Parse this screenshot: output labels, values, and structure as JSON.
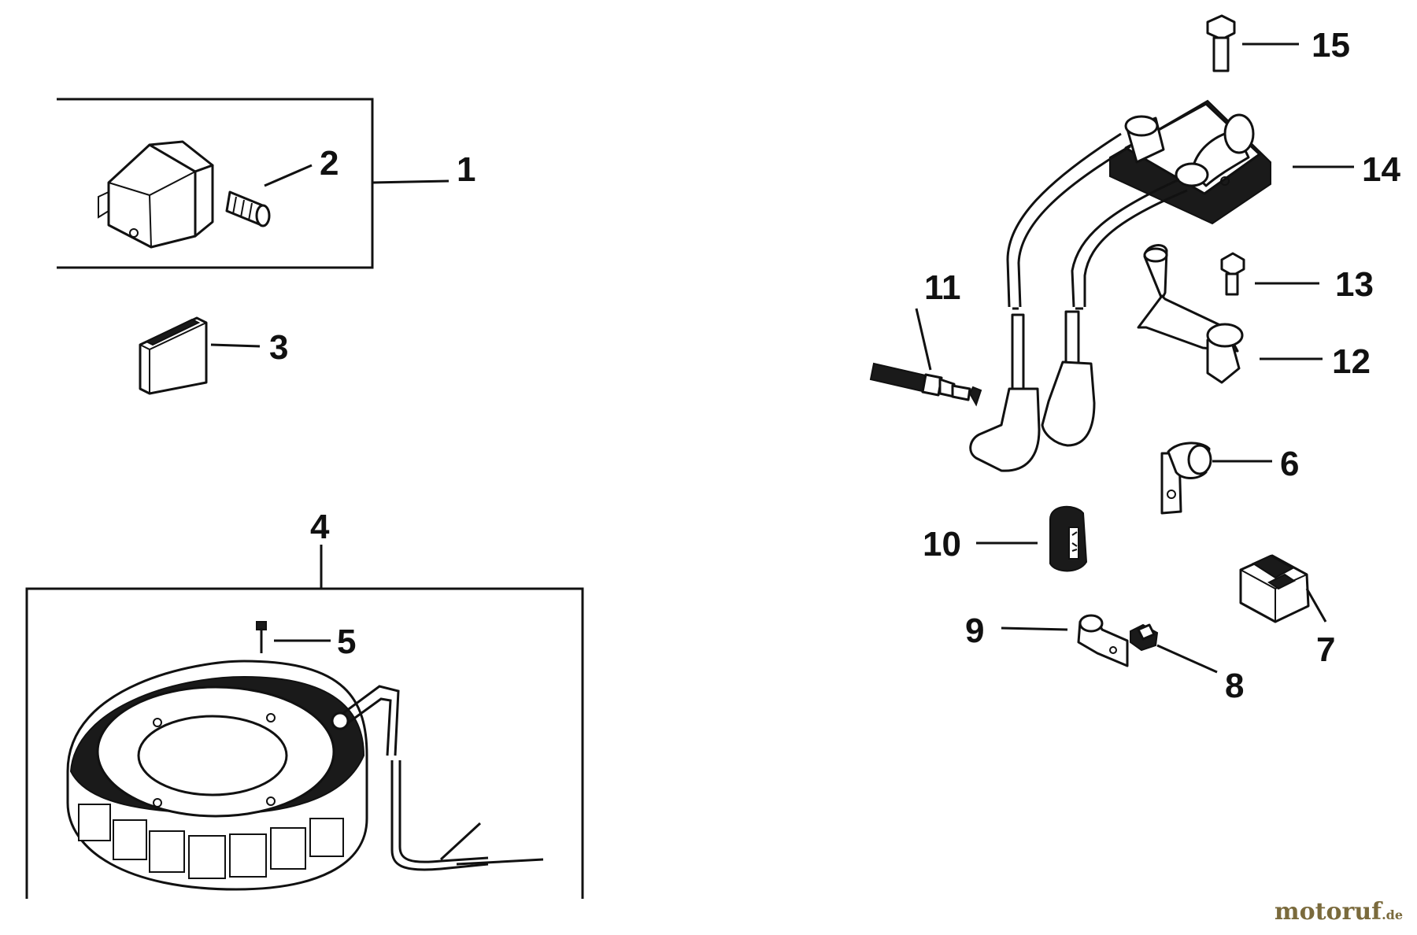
{
  "diagram": {
    "callouts": {
      "c1": "1",
      "c2": "2",
      "c3": "3",
      "c4": "4",
      "c5": "5",
      "c6": "6",
      "c7": "7",
      "c8": "8",
      "c9": "9",
      "c10": "10",
      "c11": "11",
      "c12": "12",
      "c13": "13",
      "c14": "14",
      "c15": "15"
    }
  },
  "watermark": {
    "brand": "motoruf",
    "suffix": ".de"
  },
  "icons": {
    "ignition-module": "ignition-module-icon",
    "module-screw": "screw-icon",
    "rectifier-plate": "plate-icon",
    "stator": "stator-icon",
    "stator-screw": "screw-icon",
    "clip": "clip-icon",
    "terminal-block": "terminal-block-icon",
    "screw": "screw-icon",
    "ground-strap": "strap-icon",
    "connector": "connector-icon",
    "spark-plug": "spark-plug-icon",
    "bracket": "bracket-icon",
    "bolt": "bolt-icon",
    "ignition-coil": "ignition-coil-icon",
    "coil-bolt": "bolt-icon"
  }
}
